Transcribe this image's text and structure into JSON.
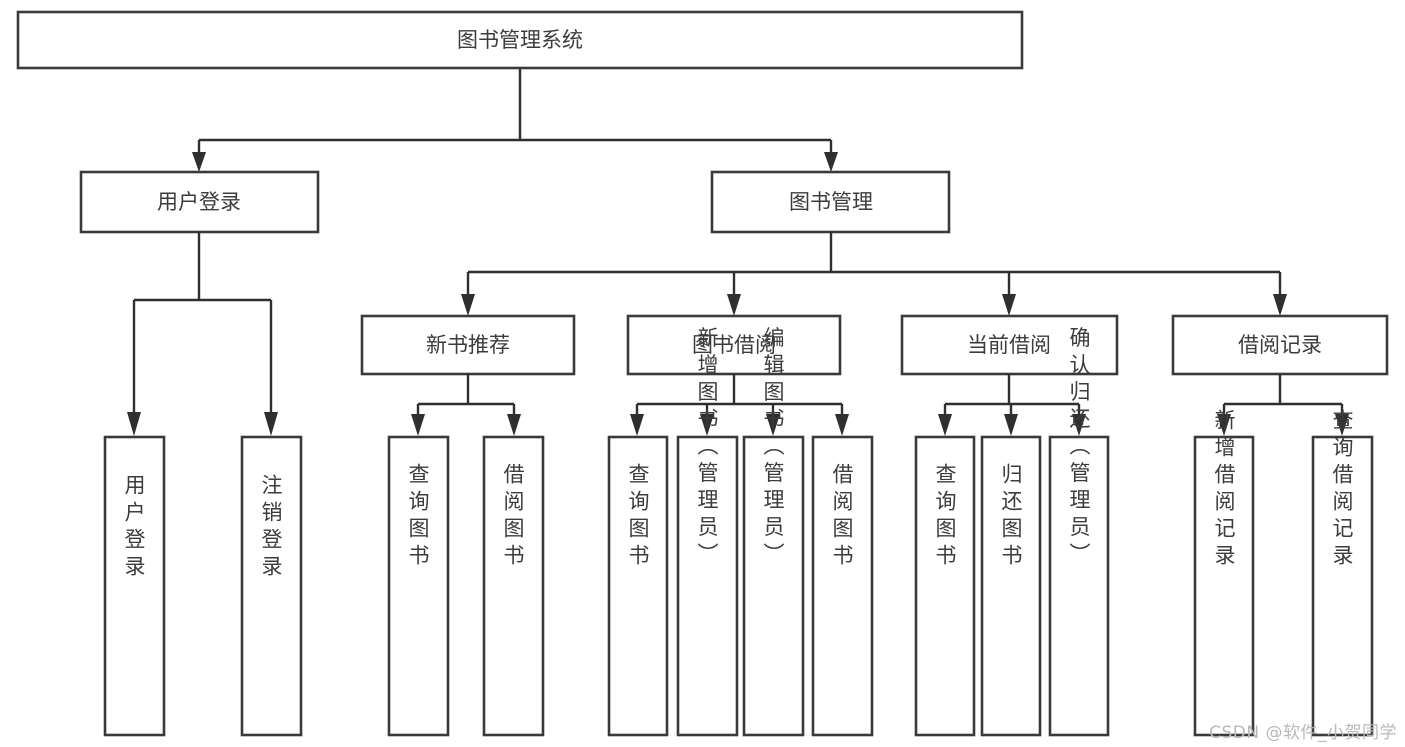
{
  "diagram": {
    "title": "图书管理系统",
    "type": "function-tree-diagram",
    "colors": {
      "box_stroke": "#3a3a3a",
      "box_fill": "#ffffff",
      "connector": "#2f2f2f",
      "text": "#3c3c3c",
      "watermark": "#b9b9b9",
      "background": "#ffffff"
    },
    "root": {
      "label": "图书管理系统"
    },
    "level2": [
      {
        "label": "用户登录"
      },
      {
        "label": "图书管理"
      }
    ],
    "level3": [
      {
        "label": "新书推荐"
      },
      {
        "label": "图书借阅"
      },
      {
        "label": "当前借阅"
      },
      {
        "label": "借阅记录"
      }
    ],
    "leaves": {
      "user_login": [
        {
          "label": "用户登录"
        },
        {
          "label": "注销登录"
        }
      ],
      "new_book_recommend": [
        {
          "label": "查询图书"
        },
        {
          "label": "借阅图书"
        }
      ],
      "book_borrow": [
        {
          "label": "查询图书"
        },
        {
          "label": "新增图书（管理员）"
        },
        {
          "label": "编辑图书（管理员）"
        },
        {
          "label": "借阅图书"
        }
      ],
      "current_borrow": [
        {
          "label": "查询图书"
        },
        {
          "label": "归还图书"
        },
        {
          "label": "确认归还（管理员）"
        }
      ],
      "borrow_record": [
        {
          "label": "新增借阅记录"
        },
        {
          "label": "查询借阅记录"
        }
      ]
    }
  },
  "watermark": {
    "text": "CSDN @软件_小贺同学"
  }
}
